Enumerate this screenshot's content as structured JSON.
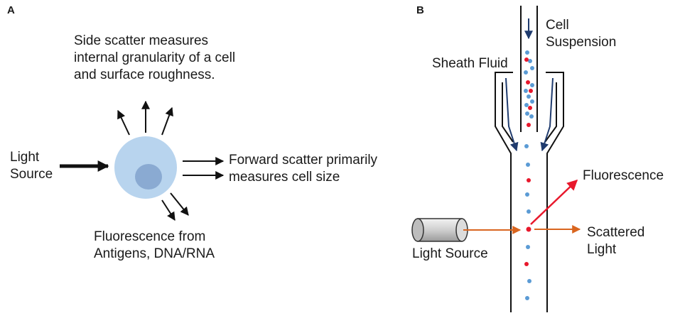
{
  "panel_a": {
    "letter": "A",
    "side_scatter_text": "Side scatter measures\ninternal granularity  of a cell\nand surface roughness.",
    "light_source_text": "Light\nSource",
    "forward_scatter_text": "Forward scatter primarily\nmeasures cell size",
    "fluorescence_text": "Fluorescence from\nAntigens, DNA/RNA"
  },
  "panel_b": {
    "letter": "B",
    "cell_suspension_text": "Cell\nSuspension",
    "sheath_fluid_text": "Sheath Fluid",
    "fluorescence_text": "Fluorescence",
    "scattered_light_text": "Scattered\nLight",
    "light_source_text": "Light Source"
  },
  "colors": {
    "cell_outer": "#b8d4ee",
    "cell_nucleus": "#8aaad2",
    "blue_particle": "#5b9bd5",
    "red_particle": "#e8182c",
    "laser_orange": "#d9651f",
    "fluorescence_red": "#e8182c",
    "flow_arrow": "#1f3b6e"
  }
}
